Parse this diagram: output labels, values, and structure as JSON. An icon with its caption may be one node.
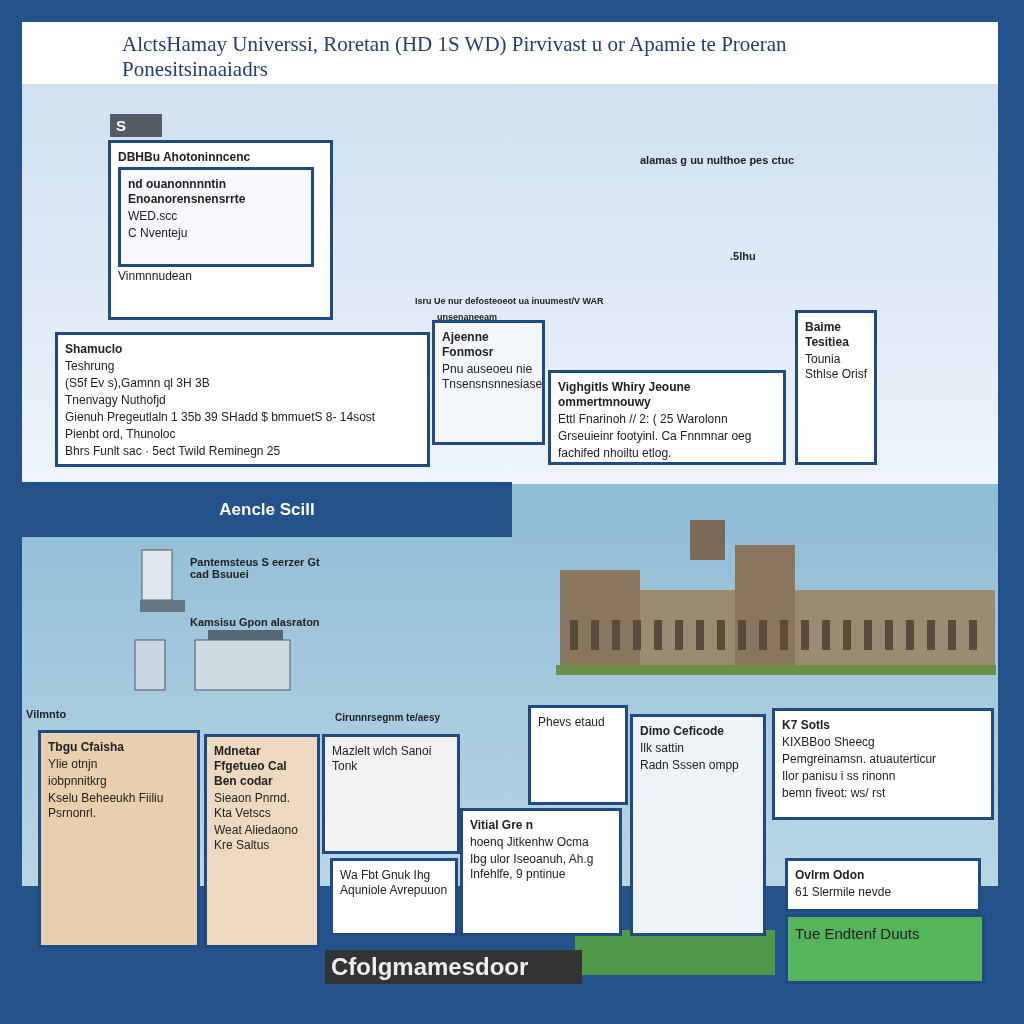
{
  "diagram": {
    "title": "AlctsHamay Universsi, Roretan (HD 1S WD) Pirvivast u or Apamie te Proeran Ponesitsinaaiadrs",
    "nodes": [
      {
        "text": [
          "DBHBu Ahotoninncenc",
          "Vinmnnudean"
        ]
      },
      {
        "text": [
          "nd ouanonnnntin Enoanorensnensrrte",
          "WED.scc",
          "C Nventeju"
        ],
        "in": 0
      },
      {
        "text": [
          "Shamuclo",
          "Teshrung",
          "(S5f Ev s),Gamnn ql 3H 3B",
          "Tnenvagy Nuthofjd",
          "Gienuh Pregeutlaln 1 35b 39 SHadd $ bmmuetS 8- 14sost",
          "Pienbt ord, Thunoloc",
          "Bhrs Funlt sac · 5ect Twild Reminegn 25"
        ]
      },
      {
        "text": [
          "Ajeenne Fonmosr",
          "Pnu auseoeu nie Tnsensnsnnesiase"
        ]
      },
      {
        "text": [
          "Vighgitls Whiry Jeoune ommertmnouwy",
          "Ettl Fnarinoh // 2: ( 25 Warolonn",
          "Grseuieinr footyinl. Ca Fnnmnar oeg",
          "fachifed nhoiltu etlog."
        ]
      },
      {
        "text": [
          "Baime Tesitiea",
          "Tounia Sthlse Orisf"
        ]
      },
      {
        "text": [
          "Aencle Scill"
        ]
      },
      {
        "text": [
          "Tbgu Cfaisha",
          "Ylie otnjn",
          "iobpnnitkrg",
          "Kselu Beheeukh Fiiliu Psrnonrl."
        ]
      },
      {
        "text": [
          "Mdnetar Ffgetueo Cal Ben codar",
          "Sieaon Pnrnd. Kta Vetscs",
          "Weat Aliedaono Kre Saltus"
        ]
      },
      {
        "text": [
          "Mazlelt wlch Sanoi Tonk"
        ]
      },
      {
        "text": [
          "Wa Fbt Gnuk Ihg Aquniole Avrepuuon"
        ]
      },
      {
        "text": [
          "Phevs etaud"
        ]
      },
      {
        "text": [
          "Vitial Gre n",
          "hoenq Jitkenhw Ocma",
          "Ibg ulor Iseoanuh, Ah.g Infehlfe, 9 pntinue"
        ]
      },
      {
        "text": [
          "Dimo Ceficode",
          "Ilk sattin",
          "Radn Sssen ompp"
        ]
      },
      {
        "text": [
          "K7 Sotls",
          "KIXBBoo Sheecg",
          "Pemgreinamsn. atuauterticur",
          "Ilor panisu i ss rinonn",
          "bemn fiveot: ws/ rst"
        ]
      },
      {
        "text": [
          "Ovlrm Odon",
          "61 Slermile nevde"
        ]
      },
      {
        "text": [
          "Tue Endtenf Duuts"
        ]
      }
    ],
    "labels": [
      "S",
      "alamas g uu nulthoe pes ctuc",
      ".5lhu",
      "Isru Ue nur defosteoeot ua inuumest/V WAR",
      "unsenaneeam",
      "Pantemsteus S eerzer Gt cad Bsuuei",
      "Kamsisu Gpon alasraton",
      "Vilmnto",
      "Cirunnrsegnm te/aesy",
      "Cfolgmamesdoor"
    ]
  }
}
